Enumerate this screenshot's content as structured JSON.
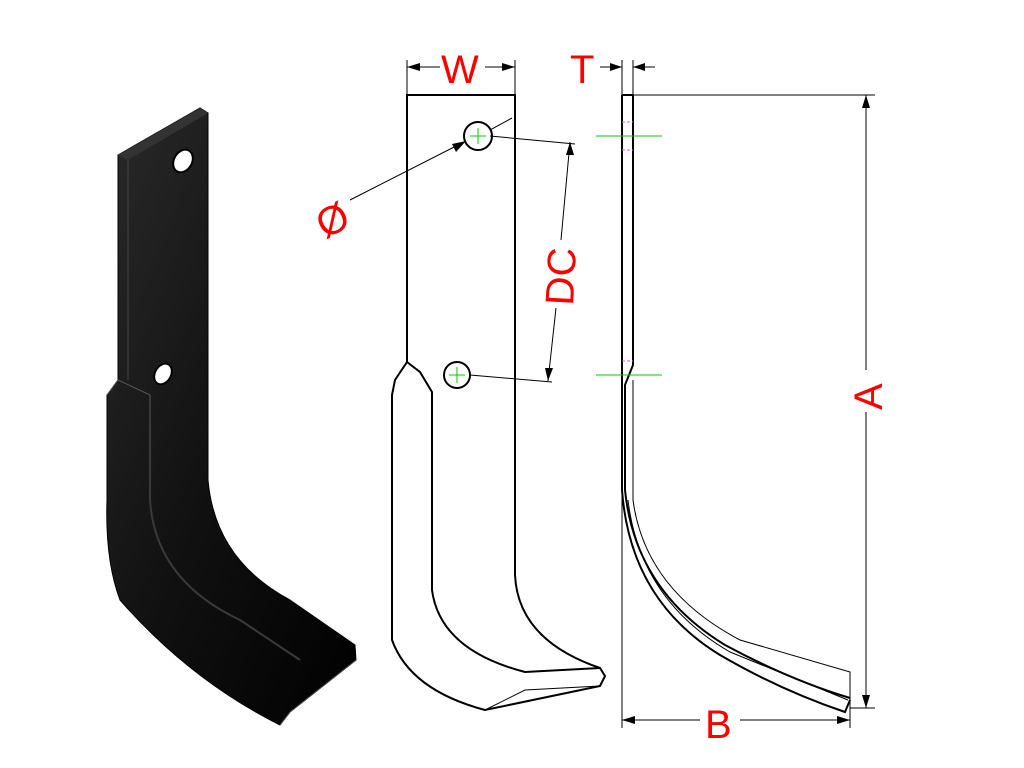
{
  "labels": {
    "width": "W",
    "thickness": "T",
    "diameter": "Ø",
    "distance_centers": "DC",
    "height": "A",
    "base": "B"
  },
  "colors": {
    "dimension_text": "#ff0000",
    "center_mark": "#00cc00",
    "hidden_line": "#cc66cc",
    "blade": "#000000"
  }
}
